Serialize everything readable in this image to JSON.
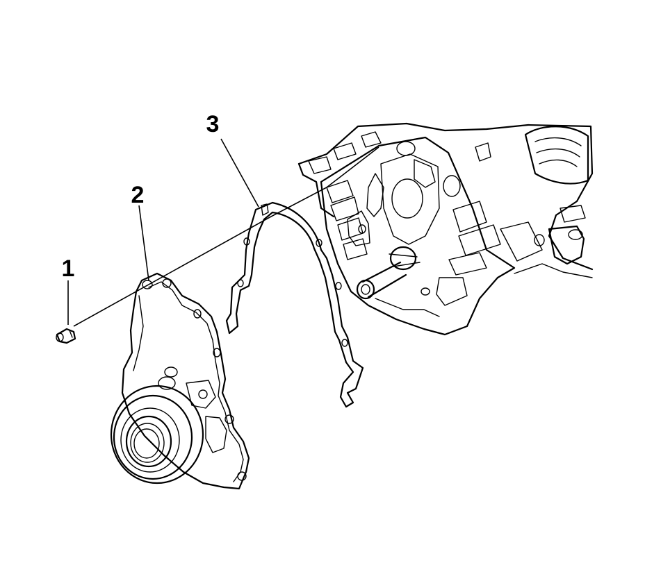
{
  "diagram": {
    "callouts": [
      {
        "label": "1",
        "part": "bolt"
      },
      {
        "label": "2",
        "part": "engine-front-cover"
      },
      {
        "label": "3",
        "part": "front-cover-gasket"
      }
    ],
    "colors": {
      "line": "#000000",
      "background": "#ffffff"
    }
  }
}
